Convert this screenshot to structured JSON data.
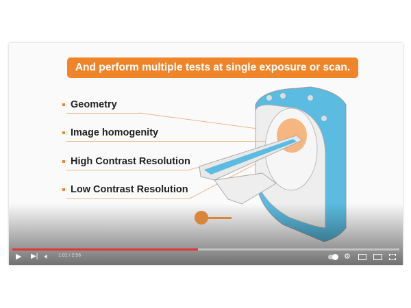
{
  "slide": {
    "banner": "And perform multiple tests at single exposure or scan.",
    "bullets": [
      "Geometry",
      "Image homogenity",
      "High Contrast Resolution",
      "Low Contrast Resolution"
    ],
    "accent": "#ef8428",
    "scanner_color": "#5bbbe0"
  },
  "player": {
    "time": "1:01 / 2:56",
    "progress": 0.48,
    "progress_color": "#e33333",
    "icons": [
      "play-icon",
      "next-icon",
      "volume-icon",
      "autoplay-toggle-icon",
      "settings-gear-icon",
      "miniplayer-icon",
      "theater-mode-icon",
      "fullscreen-icon"
    ]
  }
}
